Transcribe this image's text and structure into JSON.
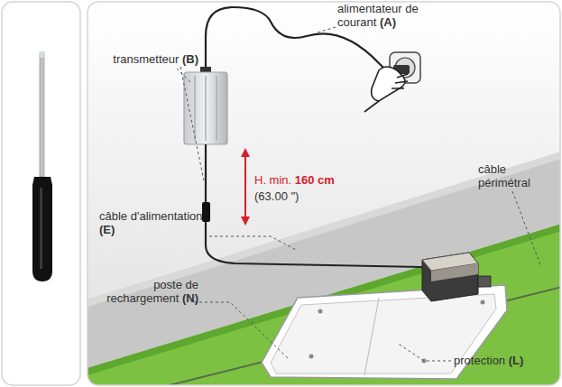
{
  "diagram": {
    "labels": [
      "alimentateur de courant (A)",
      "transmetteur (B)",
      "H. min. 160 cm",
      "(63.00 \")",
      "câble d'alimentation (E)",
      "câble périmétral",
      "poste de rechargement (N)",
      "protection (L)"
    ]
  }
}
